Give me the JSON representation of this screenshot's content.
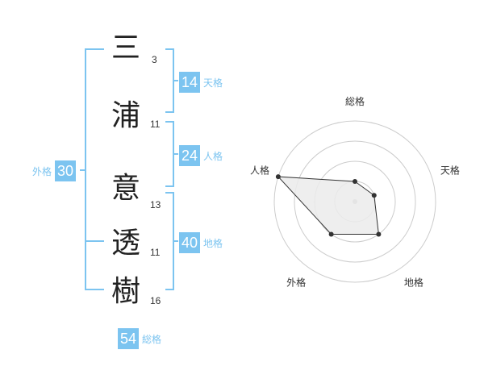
{
  "name": [
    {
      "char": "三",
      "strokes": "3"
    },
    {
      "char": "浦",
      "strokes": "11"
    },
    {
      "char": "意",
      "strokes": "13"
    },
    {
      "char": "透",
      "strokes": "11"
    },
    {
      "char": "樹",
      "strokes": "16"
    }
  ],
  "fortune": {
    "tenkaku": {
      "label": "天格",
      "value": "14"
    },
    "jinkaku": {
      "label": "人格",
      "value": "24"
    },
    "chikaku": {
      "label": "地格",
      "value": "40"
    },
    "gaikaku": {
      "label": "外格",
      "value": "30"
    },
    "soukaku": {
      "label": "総格",
      "value": "54"
    }
  },
  "chart_data": {
    "type": "radar",
    "axes": [
      "総格",
      "天格",
      "地格",
      "外格",
      "人格"
    ],
    "rings": 4,
    "max": 4,
    "values": [
      1,
      1,
      2,
      2,
      4
    ],
    "colors": {
      "fill": "#ebebeb",
      "stroke": "#333333",
      "ring": "#cccccc",
      "point": "#333333",
      "center": "#bbbbbb"
    }
  },
  "colors": {
    "accent": "#7cc4f0",
    "text": "#222222"
  }
}
